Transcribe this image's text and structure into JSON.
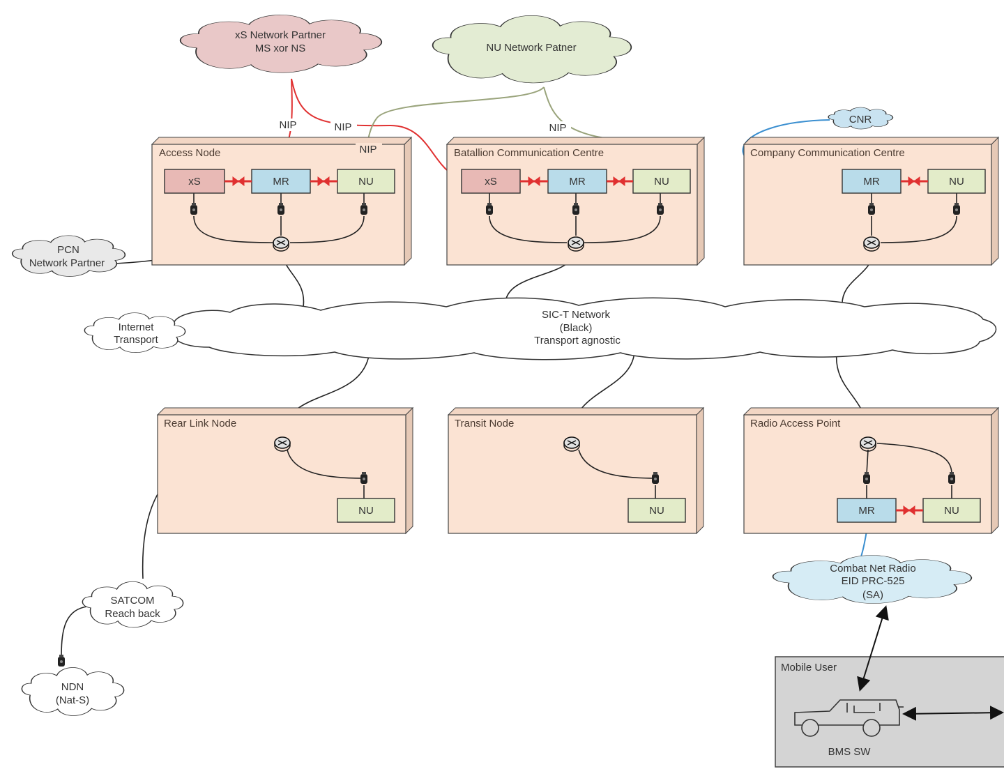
{
  "colors": {
    "node_fill": "#fbe3d3",
    "node_side": "#e6c9b6",
    "xs_fill": "#e8b9b5",
    "mr_fill": "#b9dcea",
    "nu_fill": "#e3ecc9",
    "router_fill": "#d8d8d8",
    "link_red": "#e03030",
    "link_olive": "#9aa47c",
    "link_blue": "#3b8fd0",
    "mobile_fill": "#d4d4d4"
  },
  "clouds": {
    "xs_partner": [
      "xS Network Partner",
      "MS xor NS"
    ],
    "nu_partner": [
      "NU Network Patner"
    ],
    "cnr": [
      "CNR"
    ],
    "pcn": [
      "PCN",
      "Network Partner"
    ],
    "internet": [
      "Internet",
      "Transport"
    ],
    "sict": [
      "SIC-T Network",
      "(Black)",
      "Transport agnostic"
    ],
    "satcom": [
      "SATCOM",
      "Reach back"
    ],
    "ndn": [
      "NDN",
      "(Nat-S)"
    ],
    "combat_radio": [
      "Combat Net Radio",
      "EID PRC-525",
      "(SA)"
    ]
  },
  "nip_label": "NIP",
  "nodes": {
    "access": {
      "title": "Access Node",
      "boxes": [
        "xS",
        "MR",
        "NU"
      ]
    },
    "batallion": {
      "title": "Batallion Communication Centre",
      "boxes": [
        "xS",
        "MR",
        "NU"
      ]
    },
    "company": {
      "title": "Company Communication Centre",
      "boxes": [
        "MR",
        "NU"
      ]
    },
    "rear": {
      "title": "Rear Link Node",
      "boxes": [
        "NU"
      ]
    },
    "transit": {
      "title": "Transit Node",
      "boxes": [
        "NU"
      ]
    },
    "radio": {
      "title": "Radio Access Point",
      "boxes": [
        "MR",
        "NU"
      ]
    }
  },
  "mobile": {
    "title": "Mobile User",
    "caption": "BMS SW"
  }
}
